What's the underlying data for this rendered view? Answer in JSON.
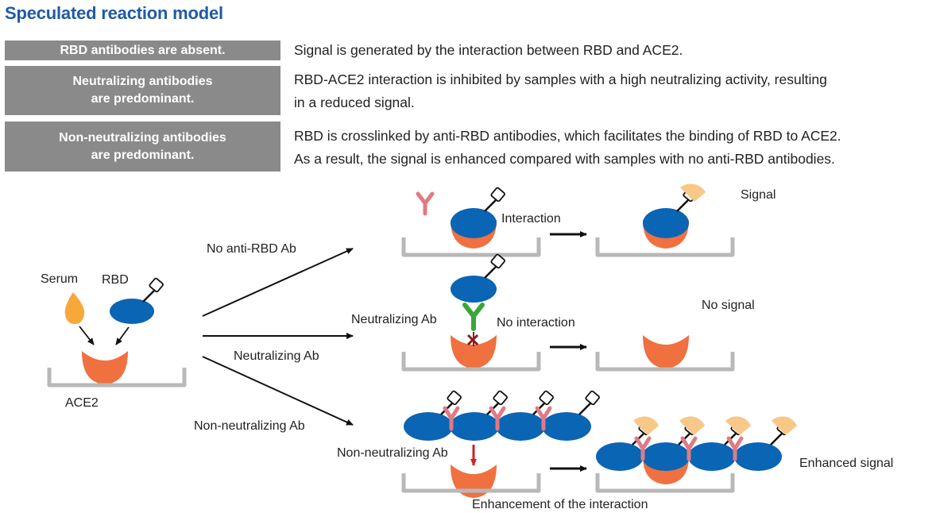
{
  "title": "Speculated reaction model",
  "conditions": [
    {
      "label": "RBD antibodies are absent.",
      "description": "Signal is generated by the interaction between RBD and ACE2."
    },
    {
      "label": "Neutralizing antibodies\nare predominant.",
      "description": "RBD-ACE2 interaction is inhibited by samples with a high neutralizing activity, resulting\nin a reduced signal."
    },
    {
      "label": "Non-neutralizing antibodies\nare predominant.",
      "description": "RBD is crosslinked by anti-RBD antibodies, which facilitates the binding of RBD to ACE2.\nAs a result, the signal is enhanced compared with samples with no anti-RBD antibodies."
    }
  ],
  "diagram": {
    "serum": "Serum",
    "rbd": "RBD",
    "ace2": "ACE2",
    "path_no_ab": "No anti-RBD Ab",
    "path_neutralizing": "Neutralizing Ab",
    "path_non_neutralizing": "Non-neutralizing Ab",
    "interaction": "Interaction",
    "signal": "Signal",
    "neutralizing_ab": "Neutralizing Ab",
    "no_interaction": "No interaction",
    "no_signal": "No signal",
    "non_neutralizing_ab": "Non-neutralizing Ab",
    "enhanced_signal": "Enhanced signal",
    "enhancement": "Enhancement of the interaction"
  },
  "colors": {
    "title": "#1f5aa6",
    "box": "#8a8a8a",
    "rbd": "#0a65b4",
    "ace2": "#f07040",
    "serum": "#f6a93b",
    "neutralizing_ab": "#3aa63a",
    "non_neutralizing_ab": "#e07a85",
    "signal": "#f8c888",
    "plate": "#b8b8b8",
    "block_arrow": "#d02020"
  }
}
